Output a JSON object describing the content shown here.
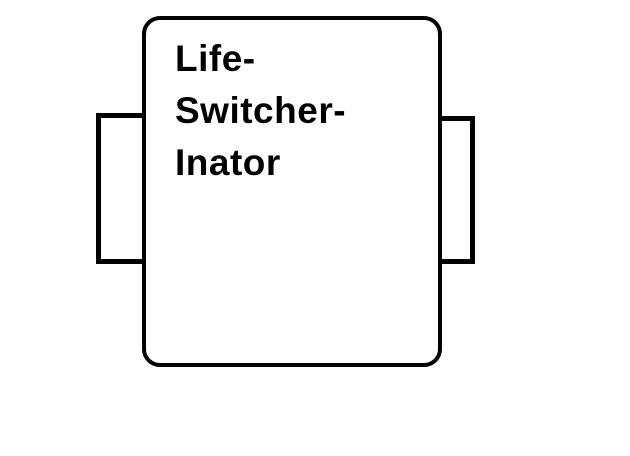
{
  "diagram": {
    "device_label_lines": [
      "Life-",
      "Switcher-",
      "Inator"
    ],
    "colors": {
      "stroke": "#000000",
      "background": "#ffffff"
    }
  }
}
